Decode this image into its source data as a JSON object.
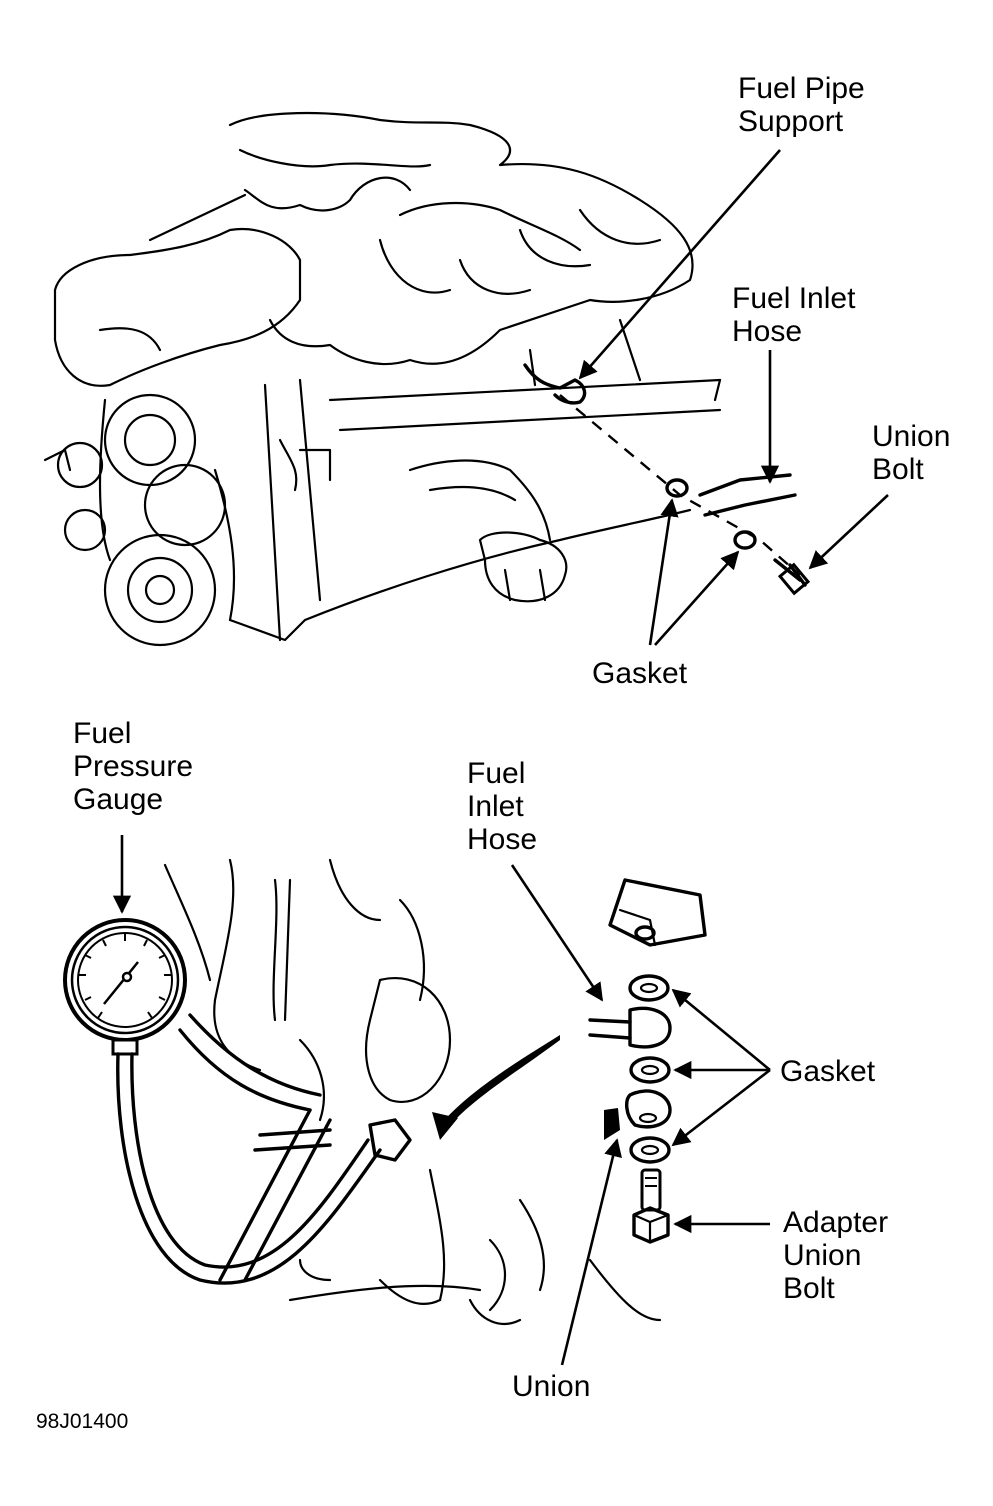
{
  "figure_code": "98J01400",
  "top_diagram": {
    "title": "Engine - fuel inlet connection (exploded)",
    "labels": {
      "fuel_pipe_support": "Fuel Pipe\nSupport",
      "fuel_inlet_hose": "Fuel Inlet\nHose",
      "union_bolt": "Union\nBolt",
      "gasket": "Gasket"
    }
  },
  "bottom_diagram": {
    "title": "Fuel pressure gauge installation",
    "labels": {
      "fuel_pressure_gauge": "Fuel\nPressure\nGauge",
      "fuel_inlet_hose": "Fuel\nInlet\nHose",
      "gasket": "Gasket",
      "adapter_union_bolt": "Adapter\nUnion\nBolt",
      "union": "Union"
    }
  },
  "colors": {
    "ink": "#000000",
    "paper": "#ffffff"
  }
}
